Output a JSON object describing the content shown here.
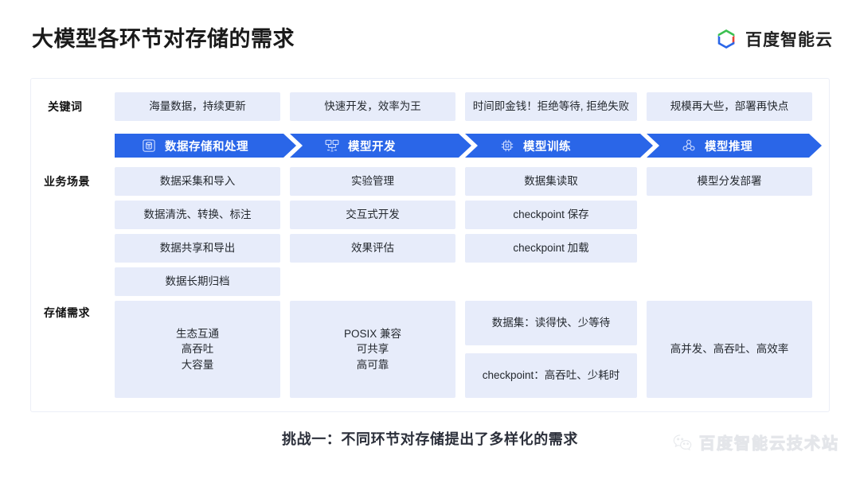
{
  "header": {
    "title": "大模型各环节对存储的需求",
    "brand_text": "百度智能云",
    "brand_icon": "baidu-cloud-hexagon-logo",
    "brand_colors": {
      "green": "#3cc051",
      "red": "#e94235",
      "blue": "#2a66e8"
    }
  },
  "panel": {
    "row_labels": {
      "keyword": "关键词",
      "scene": "业务场景",
      "storage": "存储需求"
    },
    "accent_color": "#2a66e8",
    "cell_bg": "#e7ecfa",
    "keywords": [
      "海量数据，持续更新",
      "快速开发，效率为王",
      "时间即金钱！拒绝等待, 拒绝失败",
      "规模再大些，部署再快点"
    ],
    "stages": [
      {
        "label": "数据存储和处理",
        "icon": "database-icon"
      },
      {
        "label": "模型开发",
        "icon": "monitors-network-icon"
      },
      {
        "label": "模型训练",
        "icon": "chip-icon"
      },
      {
        "label": "模型推理",
        "icon": "nodes-icon"
      }
    ],
    "scenes": [
      [
        "数据采集和导入",
        "数据清洗、转换、标注",
        "数据共享和导出",
        "数据长期归档"
      ],
      [
        "实验管理",
        "交互式开发",
        "效果评估"
      ],
      [
        "数据集读取",
        "checkpoint 保存",
        "checkpoint 加载"
      ],
      [
        "模型分发部署"
      ]
    ],
    "storage_requirements": [
      {
        "lines": [
          "生态互通",
          "高吞吐",
          "大容量"
        ]
      },
      {
        "lines": [
          "POSIX 兼容",
          "可共享",
          "高可靠"
        ]
      },
      {
        "lines": [
          "数据集：读得快、少等待"
        ]
      },
      {
        "lines": [
          "checkpoint：高吞吐、少耗时"
        ]
      },
      {
        "lines": [
          "高并发、高吞吐、高效率"
        ]
      }
    ]
  },
  "caption": "挑战一：不同环节对存储提出了多样化的需求",
  "watermark": {
    "icon": "wechat-icon",
    "text": "百度智能云技术站"
  }
}
